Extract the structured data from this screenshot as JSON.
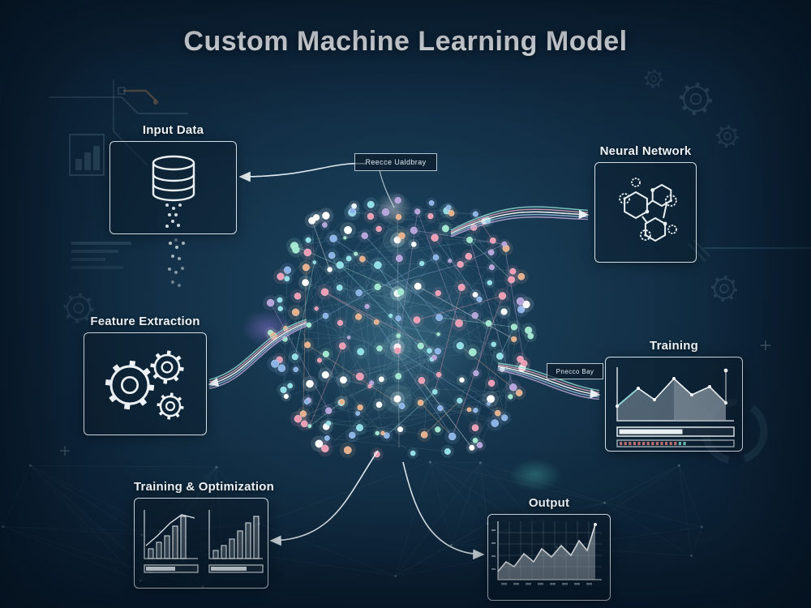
{
  "title": "Custom Machine Learning Model",
  "panels": {
    "input_data": {
      "label": "Input Data"
    },
    "neural_network": {
      "label": "Neural Network"
    },
    "feature_extraction": {
      "label": "Feature Extraction"
    },
    "training": {
      "label": "Training"
    },
    "training_optimization": {
      "label": "Training & Optimization"
    },
    "output": {
      "label": "Output"
    }
  },
  "tags": {
    "center": "Reecce Ualdbray",
    "training": "Pnecco Bay"
  },
  "palette": {
    "background": "#0c2133",
    "line": "#eaf2f6",
    "node_colors": [
      "#8fe0e8",
      "#e8b08a",
      "#b8a4dc",
      "#ee9db4",
      "#ffffff",
      "#9fe8cf",
      "#8ab4e8"
    ],
    "strand_colors": [
      "#8fd8cf",
      "#e2a9bd",
      "#d9bd95",
      "#9fc1e1",
      "#bfa9d9"
    ]
  }
}
